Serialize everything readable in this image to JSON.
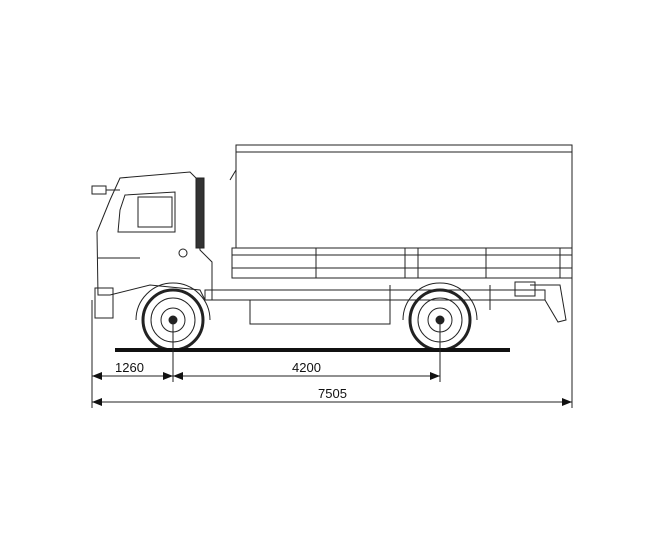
{
  "dimensions": {
    "front_overhang": "1260",
    "wheelbase": "4200",
    "overall_length": "7505"
  }
}
